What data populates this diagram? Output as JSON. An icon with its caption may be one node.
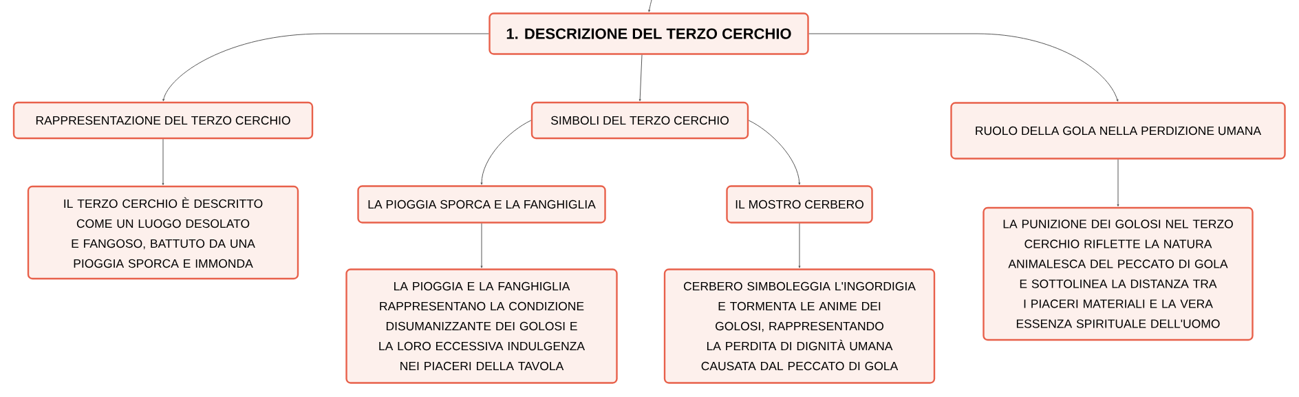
{
  "diagram": {
    "nodes": [
      {
        "text": [
          "1. DESCRIZIONE DEL TERZO CERCHIO"
        ]
      },
      {
        "text": [
          "RAPPRESENTAZIONE DEL TERZO CERCHIO"
        ]
      },
      {
        "text": [
          "SIMBOLI DEL TERZO CERCHIO"
        ]
      },
      {
        "text": [
          "RUOLO DELLA GOLA NELLA PERDIZIONE UMANA"
        ]
      },
      {
        "text": [
          "IL TERZO CERCHIO È DESCRITTO COME UN LUOGO DESOLATO E FANGOSO, BATTUTO DA UNA PIOGGIA SPORCA E IMMONDA"
        ]
      },
      {
        "text": [
          "LA PIOGGIA SPORCA E LA FANGHIGLIA"
        ]
      },
      {
        "text": [
          "IL MOSTRO CERBERO"
        ]
      },
      {
        "text": [
          "LA PIOGGIA E LA FANGHIGLIA RAPPRESENTANO LA CONDIZIONE DISUMANIZZANTE DEI GOLOSI E LA LORO ECCESSIVA INDULGENZA NEI PIACERI DELLA TAVOLA"
        ]
      },
      {
        "text": [
          "CERBERO SIMBOLEGGIA L'INGORDIGIA E TORMENTA LE ANIME DEI GOLOSI, RAPPRESENTANDO LA PERDITA DI DIGNITÀ UMANA CAUSATA DAL PECCATO DI GOLA"
        ]
      },
      {
        "text": [
          "LA PUNIZIONE DEI GOLOSI NEL TERZO CERCHIO RIFLETTE LA NATURA ANIMALESCA DEL PECCATO DI GOLA E SOTTOLINEA LA DISTANZA TRA I PIACERI MATERIALI E LA VERA ESSENZA SPIRITUALE DELL'UOMO"
        ]
      }
    ],
    "edges": [
      {
        "from": null,
        "to": 0,
        "arrow": "to"
      },
      {
        "from": 0,
        "to": 1,
        "arrow": "to"
      },
      {
        "from": 0,
        "to": 2,
        "arrow": "to"
      },
      {
        "from": 0,
        "to": 3,
        "arrow": "to"
      },
      {
        "from": 1,
        "to": 4,
        "arrow": "to"
      },
      {
        "from": 2,
        "to": 5,
        "arrow": "to"
      },
      {
        "from": 2,
        "to": 6,
        "arrow": "to"
      },
      {
        "from": 3,
        "to": 9,
        "arrow": "to"
      },
      {
        "from": 5,
        "to": 7,
        "arrow": "to"
      },
      {
        "from": 6,
        "to": 8,
        "arrow": "to"
      }
    ]
  }
}
